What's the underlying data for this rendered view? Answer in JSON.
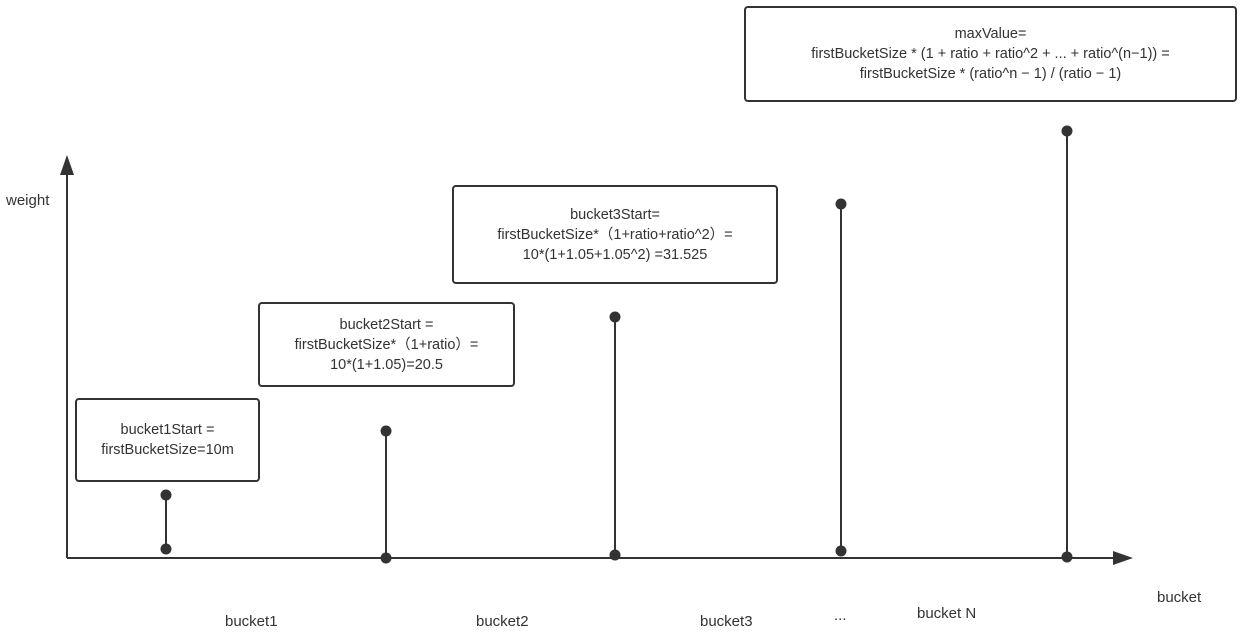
{
  "axes": {
    "y_label": "weight",
    "x_label": "bucket"
  },
  "buckets": [
    {
      "label": "bucket1"
    },
    {
      "label": "bucket2"
    },
    {
      "label": "bucket3"
    },
    {
      "label": "..."
    },
    {
      "label": "bucket N"
    }
  ],
  "annotations": {
    "bucket1": [
      "bucket1Start =",
      "firstBucketSize=10m"
    ],
    "bucket2": [
      "bucket2Start =",
      "firstBucketSize*（1+ratio）=",
      "10*(1+1.05)=20.5"
    ],
    "bucket3": [
      "bucket3Start=",
      "firstBucketSize*（1+ratio+ratio^2）=",
      "10*(1+1.05+1.05^2) =31.525"
    ],
    "max": [
      "maxValue=",
      "firstBucketSize * (1 + ratio + ratio^2 + ... + ratio^(n−1)) =",
      "firstBucketSize * (ratio^n − 1) / (ratio − 1)"
    ]
  },
  "colors": {
    "ink": "#333333",
    "background": "#ffffff"
  }
}
